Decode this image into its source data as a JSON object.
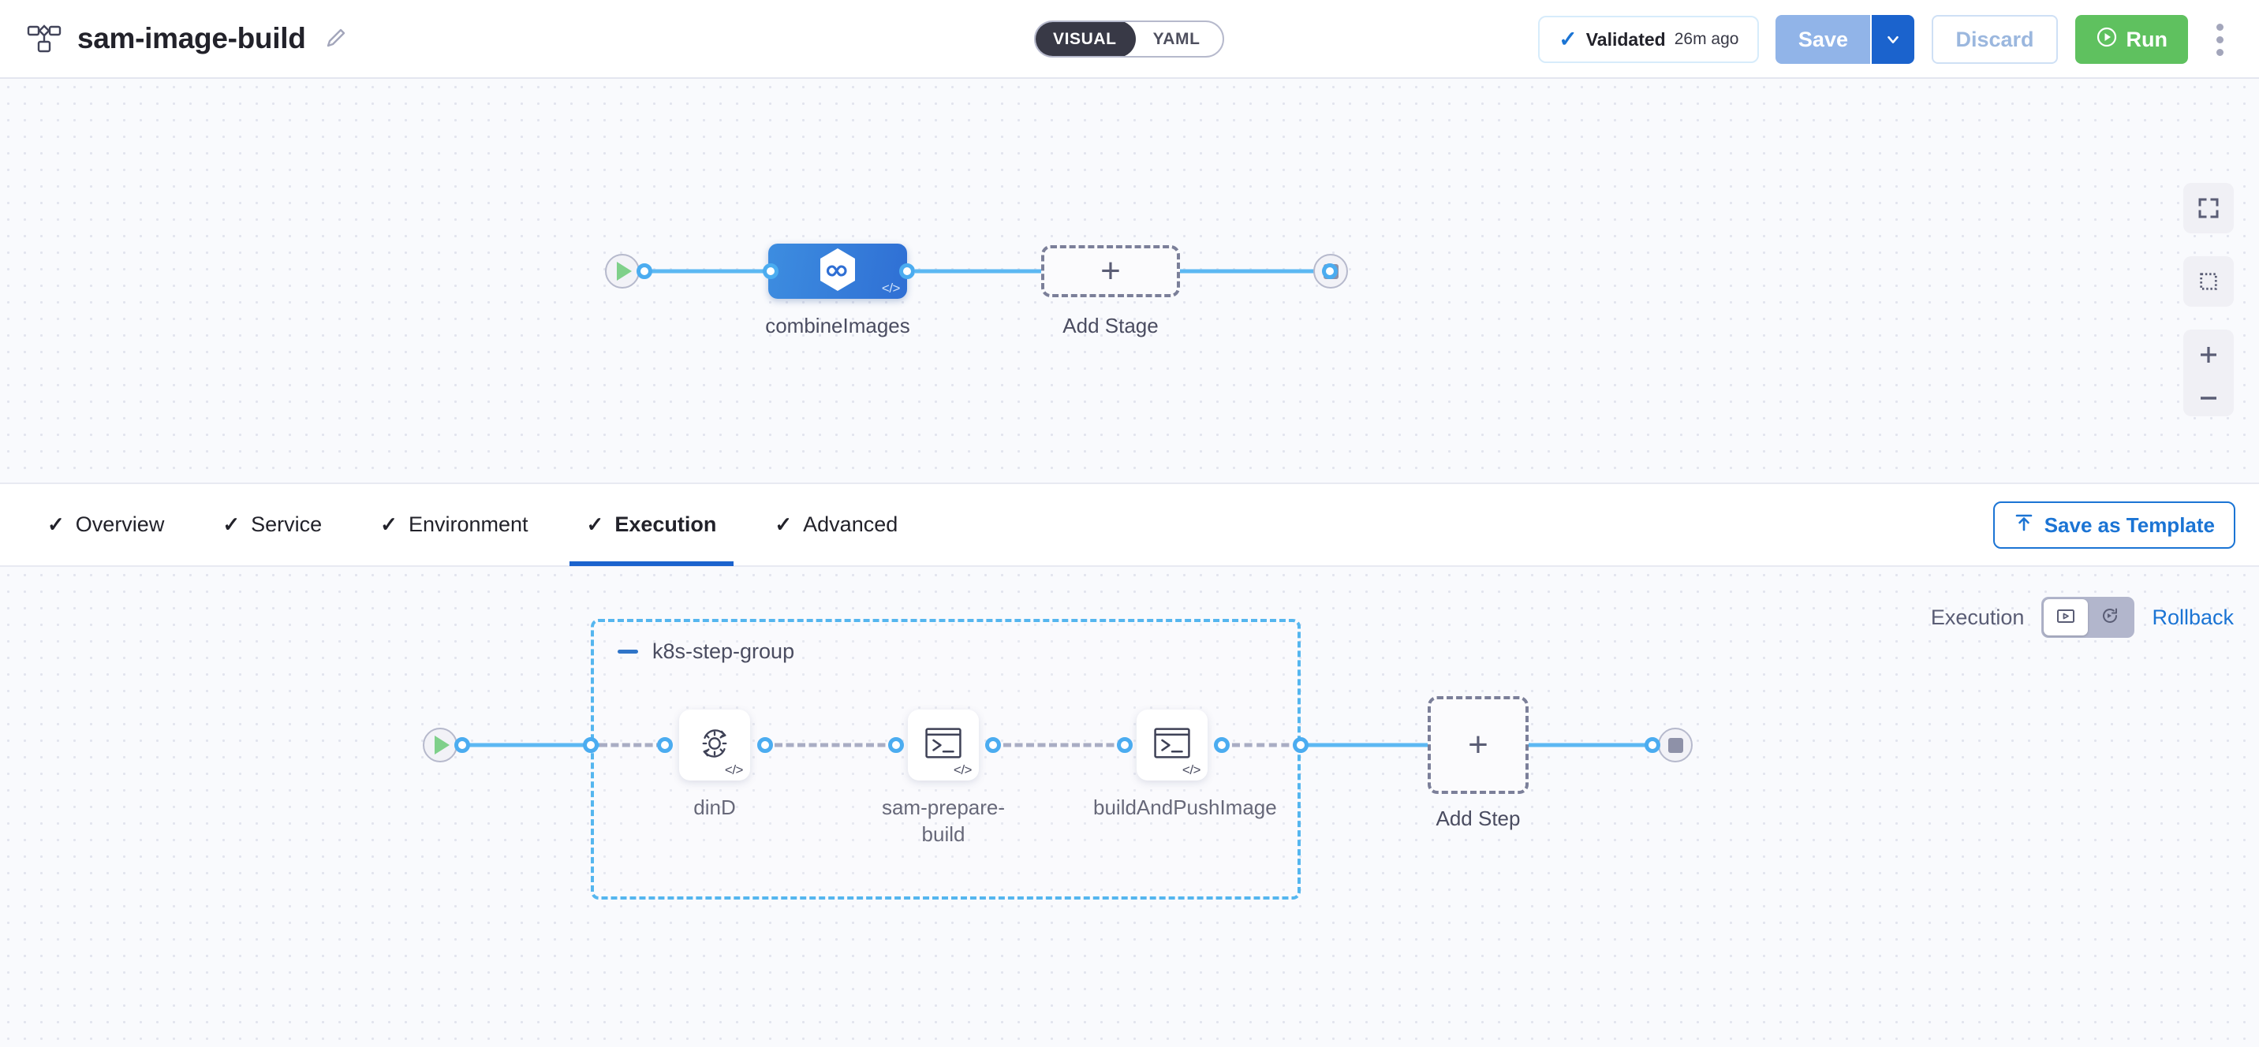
{
  "header": {
    "pipeline_icon": "pipeline-nodes-icon",
    "title": "sam-image-build",
    "edit_icon": "pencil-icon",
    "view_toggle": {
      "visual": "VISUAL",
      "yaml": "YAML",
      "selected": "VISUAL"
    },
    "validation": {
      "icon": "check-icon",
      "label": "Validated",
      "time": "26m ago"
    },
    "save_label": "Save",
    "save_caret_icon": "chevron-down-icon",
    "discard_label": "Discard",
    "run_label": "Run",
    "run_icon": "play-circle-icon",
    "more_icon": "kebab-menu-icon"
  },
  "stage_canvas": {
    "start_icon": "play-icon",
    "end_icon": "stop-icon",
    "stage": {
      "label": "combineImages",
      "icon": "harness-infinity-icon",
      "badge": "</>"
    },
    "add_stage": {
      "label": "Add Stage",
      "icon": "plus-icon"
    },
    "controls": [
      {
        "name": "fit-to-screen",
        "icon": "fullscreen-icon"
      },
      {
        "name": "selection-box",
        "icon": "dotted-square-icon"
      },
      {
        "name": "zoom-in",
        "icon": "plus-icon"
      },
      {
        "name": "zoom-out",
        "icon": "minus-icon"
      }
    ]
  },
  "tabs": {
    "items": [
      {
        "label": "Overview",
        "check": "✓",
        "active": false
      },
      {
        "label": "Service",
        "check": "✓",
        "active": false
      },
      {
        "label": "Environment",
        "check": "✓",
        "active": false
      },
      {
        "label": "Execution",
        "check": "✓",
        "active": true
      },
      {
        "label": "Advanced",
        "check": "✓",
        "active": false
      }
    ],
    "save_as_template": {
      "label": "Save as Template",
      "icon": "template-upload-icon"
    }
  },
  "step_canvas": {
    "execution_label": "Execution",
    "execution_icon": "execution-play-box-icon",
    "rollback_icon": "rollback-circular-arrow-icon",
    "rollback_label": "Rollback",
    "start_icon": "play-icon",
    "end_icon": "stop-icon",
    "group": {
      "title": "k8s-step-group",
      "collapse_icon": "minus-icon"
    },
    "steps": [
      {
        "label": "dinD",
        "icon": "gear-rotate-icon",
        "badge": "</>"
      },
      {
        "label": "sam-prepare-build",
        "icon": "terminal-icon",
        "badge": "</>"
      },
      {
        "label": "buildAndPushImage",
        "icon": "terminal-icon",
        "badge": "</>"
      }
    ],
    "add_step": {
      "label": "Add Step",
      "icon": "plus-icon"
    }
  },
  "colors": {
    "accent_blue": "#1b74d4",
    "edge_blue": "#5cb8f2",
    "run_green": "#5fc15f",
    "stage_blue": "#3d8de0",
    "canvas_bg": "#f9fafd"
  }
}
